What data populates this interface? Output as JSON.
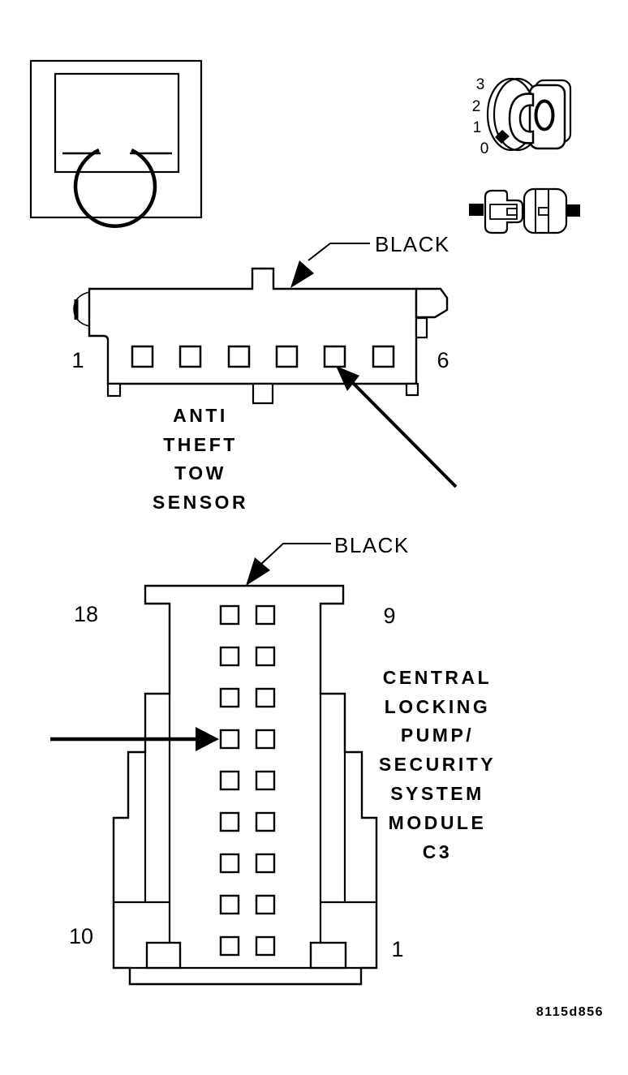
{
  "figure": {
    "code": "8115d856",
    "colors": {
      "ink": "#000000",
      "paper": "#ffffff"
    },
    "ohmmeter": {
      "glyph": "Ω"
    },
    "dial": {
      "positions": [
        "3",
        "2",
        "1",
        "0"
      ]
    },
    "top_connector": {
      "color_label": "BLACK",
      "device_lines": [
        "ANTI",
        "THEFT",
        "TOW",
        "SENSOR"
      ],
      "pin_first": "1",
      "pin_last": "6",
      "pin_count": 6
    },
    "bottom_connector": {
      "color_label": "BLACK",
      "device_lines": [
        "CENTRAL",
        "LOCKING",
        "PUMP/",
        "SECURITY",
        "SYSTEM",
        "MODULE",
        "C3"
      ],
      "pin_top_left": "18",
      "pin_top_right": "9",
      "pin_bottom_left": "10",
      "pin_bottom_right": "1",
      "pin_count": 18
    }
  }
}
